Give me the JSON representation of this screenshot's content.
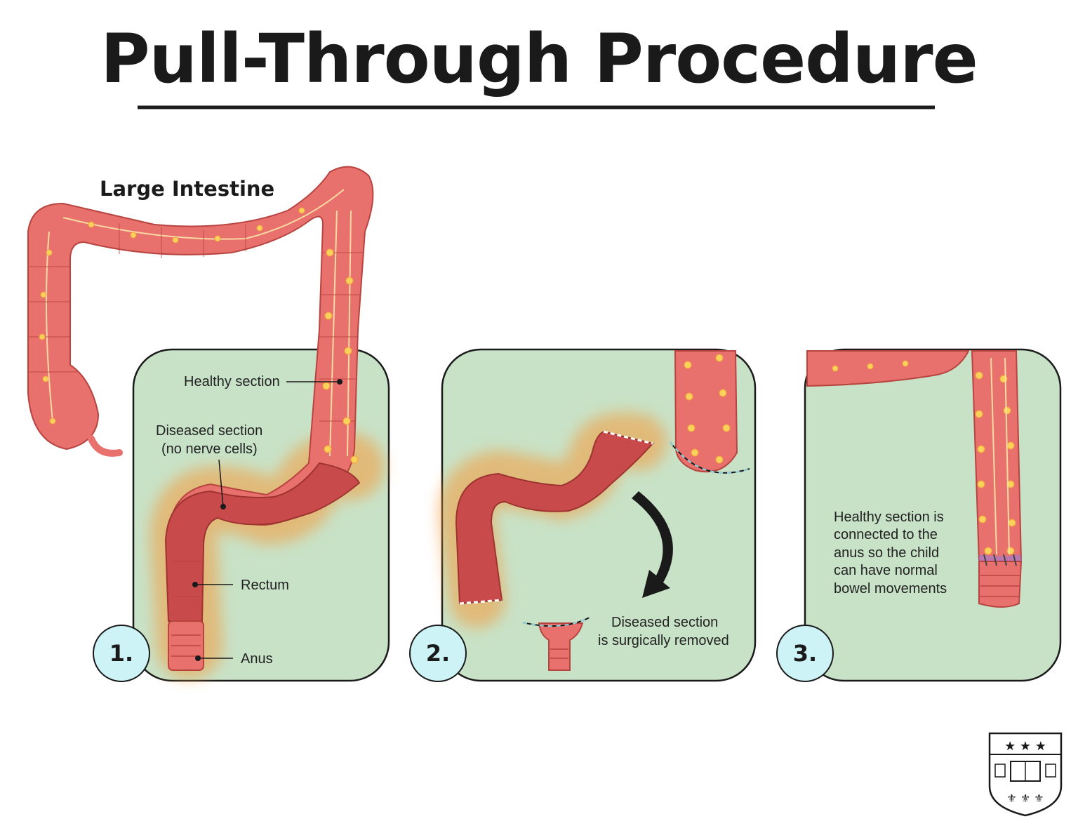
{
  "title": "Pull-Through Procedure",
  "labels": {
    "large_intestine": "Large Intestine",
    "healthy_section": "Healthy section",
    "diseased_section_1": "Diseased section",
    "diseased_section_2": "(no nerve cells)",
    "rectum": "Rectum",
    "anus": "Anus",
    "removed_1": "Diseased section",
    "removed_2": "is surgically removed",
    "connected_1": "Healthy section is",
    "connected_2": "connected to the",
    "connected_3": "anus so the child",
    "connected_4": "can have normal",
    "connected_5": "bowel movements"
  },
  "steps": [
    "1.",
    "2.",
    "3."
  ],
  "colors": {
    "panel_fill": "#c8e2c7",
    "intestine": "#e8716e",
    "intestine_dark": "#c8504c",
    "diseased": "#c94a4a",
    "glow": "#f59a3a",
    "nerve_dot": "#f8d25a",
    "step_circle": "#cdf3f6"
  },
  "icons": {
    "arrow": "curved-arrow-icon",
    "logo": "university-shield-logo"
  }
}
